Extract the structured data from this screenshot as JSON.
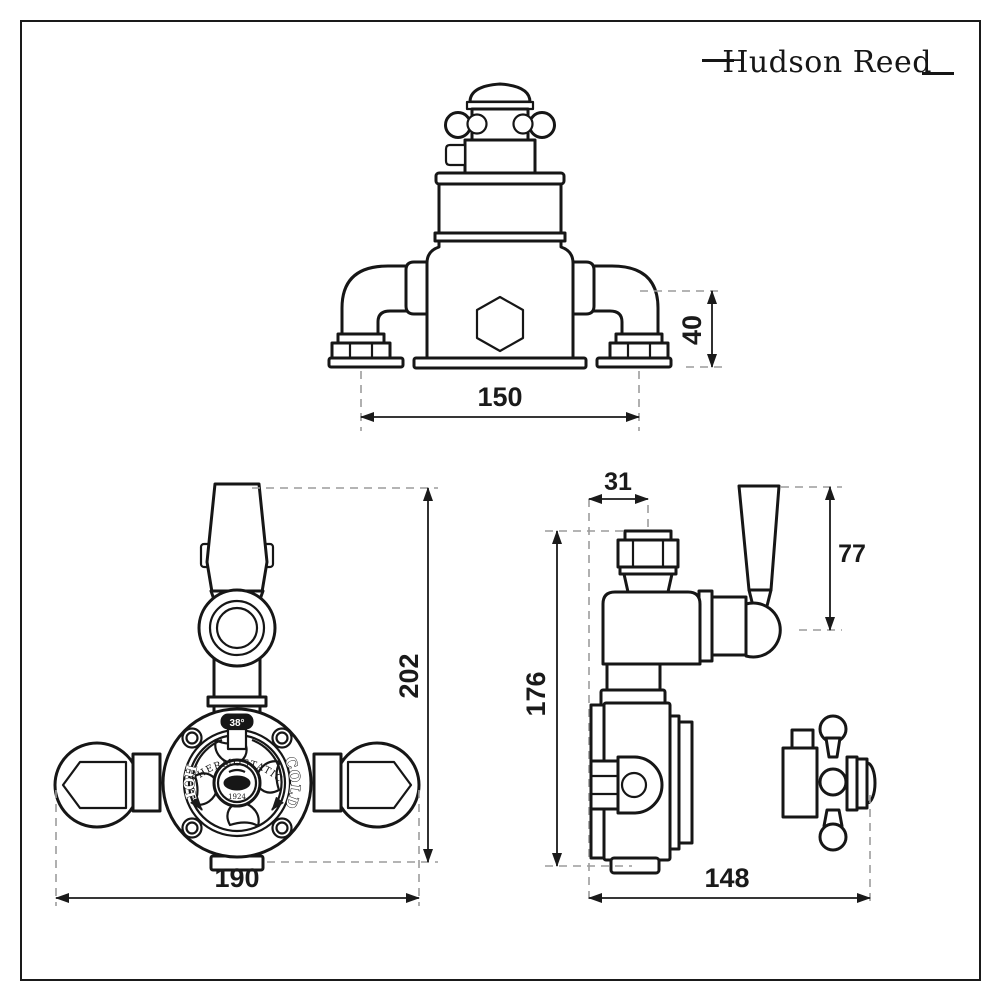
{
  "canvas": {
    "background": "#ffffff",
    "line_color": "#161616",
    "dash_color": "#9c9c9c"
  },
  "logo": {
    "text": "Hudson Reed"
  },
  "drawing": {
    "top_view": {
      "dims": {
        "inlet_centres": {
          "label": "150"
        },
        "projection": {
          "label": "40"
        }
      }
    },
    "front_view": {
      "dial": {
        "temperature": "38°",
        "hot": "HOT",
        "cold": "COLD",
        "thermostatic": "THERMOSTATIC",
        "year": "1924"
      },
      "dims": {
        "overall_width": {
          "label": "190"
        },
        "overall_height": {
          "label": "202"
        }
      }
    },
    "side_view": {
      "dims": {
        "outlet_centre": {
          "label": "31"
        },
        "lever_height": {
          "label": "77"
        },
        "body_height": {
          "label": "176"
        },
        "overall_depth": {
          "label": "148"
        }
      }
    }
  }
}
